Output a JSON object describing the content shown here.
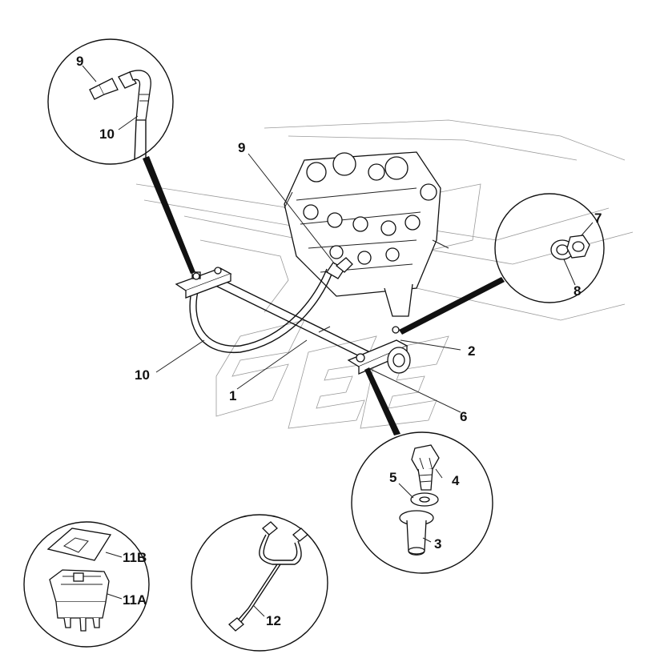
{
  "callouts": {
    "c1": "1",
    "c2": "2",
    "c3": "3",
    "c4": "4",
    "c5": "5",
    "c6": "6",
    "c7": "7",
    "c8": "8",
    "c9_detail": "9",
    "c9_main": "9",
    "c10_detail": "10",
    "c10_main": "10",
    "c11A": "11A",
    "c11B": "11B",
    "c12": "12"
  },
  "colors": {
    "line": "#111111",
    "faint": "#9a9a9a",
    "background": "#ffffff"
  }
}
